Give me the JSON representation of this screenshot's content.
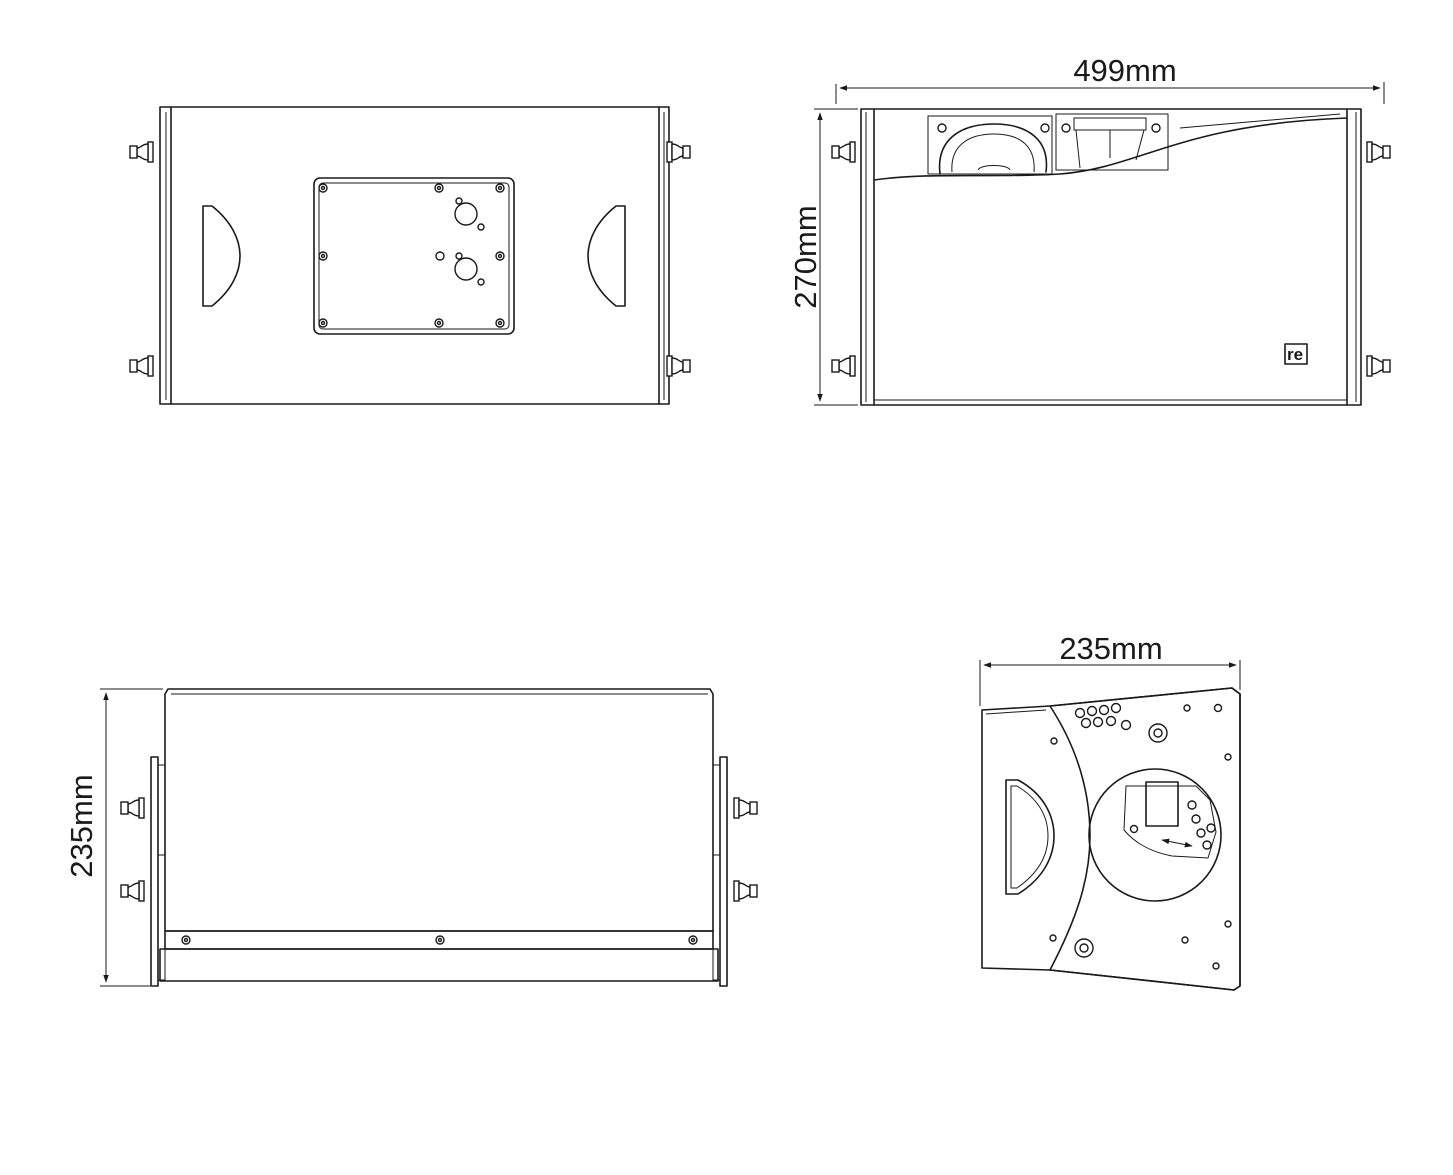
{
  "dimensions": {
    "width_top": "499mm",
    "height_front": "270mm",
    "depth_bottom": "235mm",
    "depth_side": "235mm"
  },
  "logo": {
    "text": "re"
  }
}
